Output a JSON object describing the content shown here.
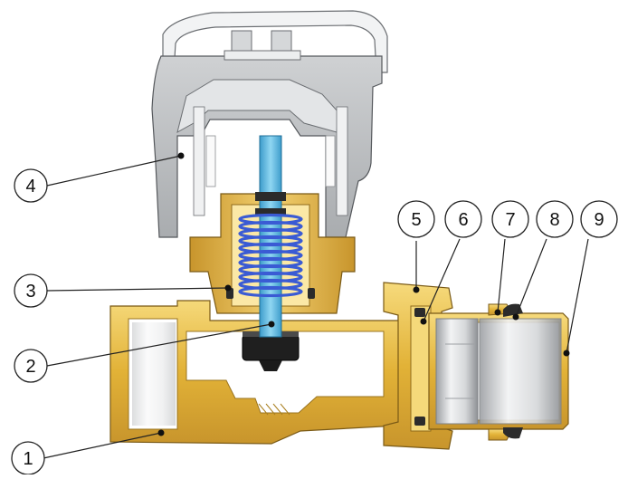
{
  "callouts": [
    {
      "label": "1"
    },
    {
      "label": "2"
    },
    {
      "label": "3"
    },
    {
      "label": "4"
    },
    {
      "label": "5"
    },
    {
      "label": "6"
    },
    {
      "label": "7"
    },
    {
      "label": "8"
    },
    {
      "label": "9"
    }
  ],
  "colors": {
    "brass": "#e2b237",
    "brass_light": "#f4d470",
    "brass_dark": "#b8862a",
    "cap_grey": "#b9bbbe",
    "cap_light": "#e9eaec",
    "stem_blue": "#5fb8e0",
    "spring_blue": "#3a5bd4",
    "seal_dark": "#2b2b2b",
    "outline": "#3c3c3c"
  }
}
